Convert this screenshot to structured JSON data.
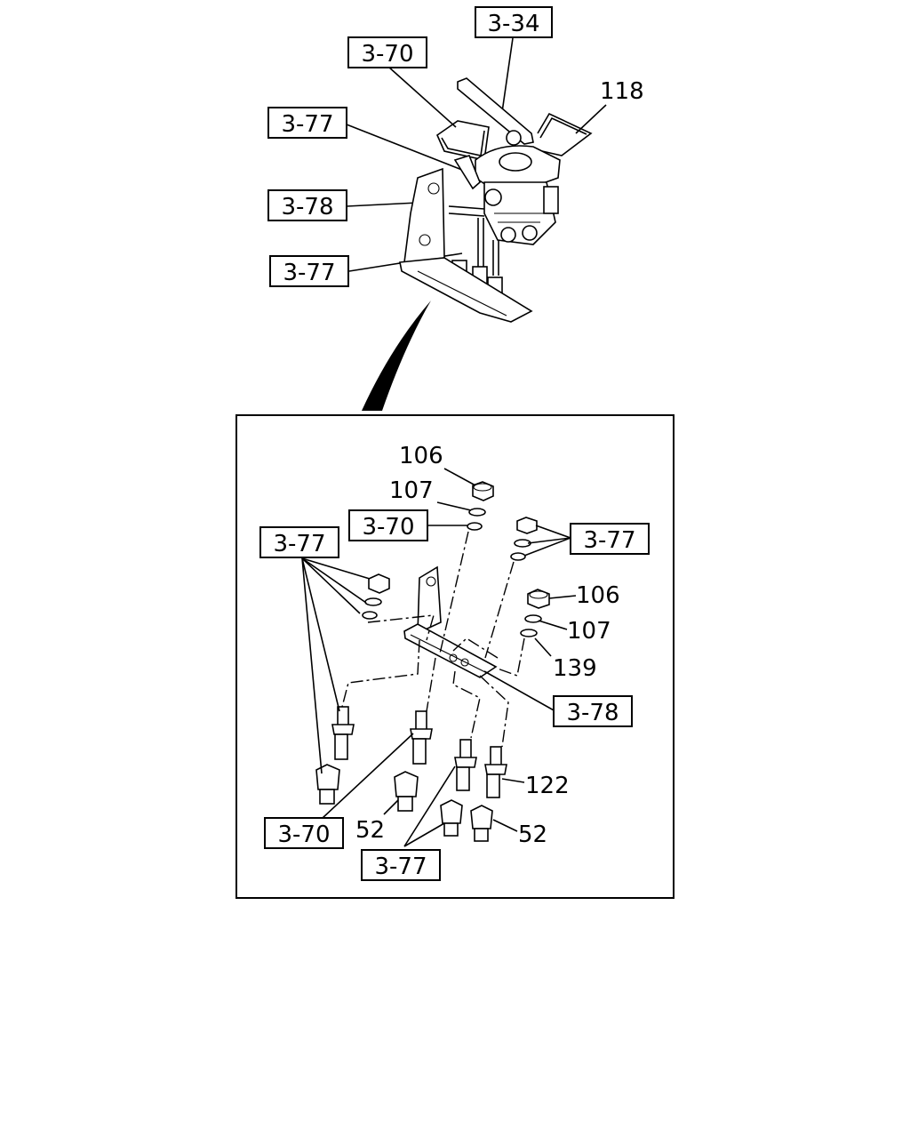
{
  "top_assembly": {
    "refs": {
      "r334": "3-34",
      "r370": "3-70",
      "r377a": "3-77",
      "r378": "3-78",
      "r377b": "3-77"
    },
    "callouts": {
      "c118": "118"
    }
  },
  "detail_view": {
    "refs": {
      "r370a": "3-70",
      "r377left": "3-77",
      "r377right": "3-77",
      "r378": "3-78",
      "r370b": "3-70",
      "r377bottom": "3-77"
    },
    "callouts": {
      "c106a": "106",
      "c107a": "107",
      "c106b": "106",
      "c107b": "107",
      "c139": "139",
      "c122": "122",
      "c52a": "52",
      "c52b": "52"
    }
  }
}
